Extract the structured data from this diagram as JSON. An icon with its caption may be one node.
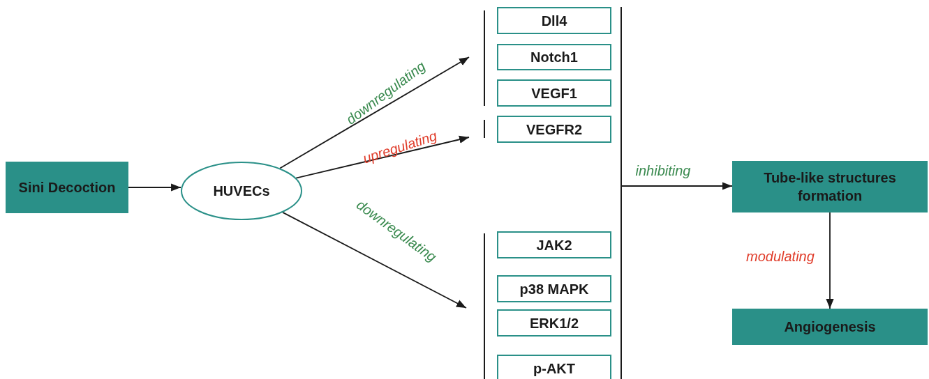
{
  "diagram": {
    "nodes": [
      {
        "text": [
          "Sini Decoction"
        ]
      },
      {
        "text": [
          "HUVECs"
        ]
      },
      {
        "text": [
          "Dll4"
        ]
      },
      {
        "text": [
          "Notch1"
        ]
      },
      {
        "text": [
          "VEGF1"
        ]
      },
      {
        "text": [
          "VEGFR2"
        ]
      },
      {
        "text": [
          "JAK2"
        ]
      },
      {
        "text": [
          "p38 MAPK"
        ]
      },
      {
        "text": [
          "ERK1/2"
        ]
      },
      {
        "text": [
          "p-AKT"
        ]
      },
      {
        "text": [
          "Tube-like structures formation"
        ]
      },
      {
        "text": [
          "Angiogenesis"
        ]
      }
    ],
    "edges": [
      {
        "from": 0,
        "to": 1,
        "arrow": "to"
      },
      {
        "from": 1,
        "to": null,
        "arrow": "to",
        "label": "downregulating"
      },
      {
        "from": 1,
        "to": null,
        "arrow": "to",
        "label": "upregulating"
      },
      {
        "from": 1,
        "to": null,
        "arrow": "to",
        "label": "downregulating"
      },
      {
        "from": null,
        "to": 10,
        "arrow": "to",
        "label": "inhibiting"
      },
      {
        "from": 10,
        "to": 11,
        "arrow": "to",
        "label": "modulating"
      }
    ]
  }
}
